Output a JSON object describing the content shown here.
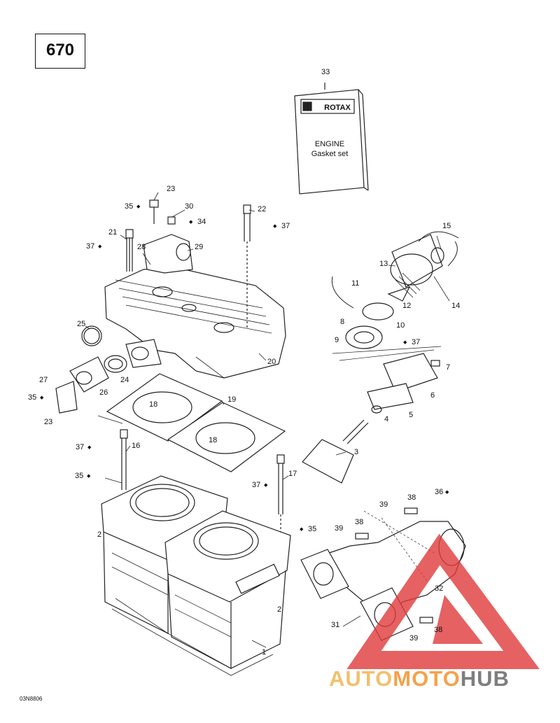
{
  "page": {
    "number": "670",
    "footer_code": "03N8806"
  },
  "document": {
    "brand": "ROTAX",
    "title": "ENGINE",
    "subtitle": "Gasket set"
  },
  "watermark": {
    "text_1": "AUTO",
    "text_2": "MOTO",
    "text_3": "HUB",
    "colors": {
      "auto": "#f2c06e",
      "moto": "#f4a24c",
      "hub": "#7e7e7e",
      "triangle": "#e03a3a"
    }
  },
  "callouts": [
    {
      "id": "c33",
      "text": "33"
    },
    {
      "id": "c23a",
      "text": "23"
    },
    {
      "id": "c35a",
      "text": "35"
    },
    {
      "id": "c30",
      "text": "30"
    },
    {
      "id": "c34",
      "text": "34"
    },
    {
      "id": "c22",
      "text": "22"
    },
    {
      "id": "c37a",
      "text": "37"
    },
    {
      "id": "c21",
      "text": "21"
    },
    {
      "id": "c37b",
      "text": "37"
    },
    {
      "id": "c28",
      "text": "28"
    },
    {
      "id": "c29",
      "text": "29"
    },
    {
      "id": "c15",
      "text": "15"
    },
    {
      "id": "c13",
      "text": "13"
    },
    {
      "id": "c11",
      "text": "11"
    },
    {
      "id": "c12",
      "text": "12"
    },
    {
      "id": "c14",
      "text": "14"
    },
    {
      "id": "c8",
      "text": "8"
    },
    {
      "id": "c10",
      "text": "10"
    },
    {
      "id": "c9",
      "text": "9"
    },
    {
      "id": "c37c",
      "text": "37"
    },
    {
      "id": "c7",
      "text": "7"
    },
    {
      "id": "c25",
      "text": "25"
    },
    {
      "id": "c20",
      "text": "20"
    },
    {
      "id": "c24",
      "text": "24"
    },
    {
      "id": "c27",
      "text": "27"
    },
    {
      "id": "c26",
      "text": "26"
    },
    {
      "id": "c35b",
      "text": "35"
    },
    {
      "id": "c23b",
      "text": "23"
    },
    {
      "id": "c6",
      "text": "6"
    },
    {
      "id": "c19",
      "text": "19"
    },
    {
      "id": "c18a",
      "text": "18"
    },
    {
      "id": "c18b",
      "text": "18"
    },
    {
      "id": "c5",
      "text": "5"
    },
    {
      "id": "c4",
      "text": "4"
    },
    {
      "id": "c37d",
      "text": "37"
    },
    {
      "id": "c16",
      "text": "16"
    },
    {
      "id": "c3",
      "text": "3"
    },
    {
      "id": "c35c",
      "text": "35"
    },
    {
      "id": "c17",
      "text": "17"
    },
    {
      "id": "c37e",
      "text": "37"
    },
    {
      "id": "c36",
      "text": "36"
    },
    {
      "id": "c38a",
      "text": "38"
    },
    {
      "id": "c39a",
      "text": "39"
    },
    {
      "id": "c35d",
      "text": "35"
    },
    {
      "id": "c38b",
      "text": "38"
    },
    {
      "id": "c39b",
      "text": "39"
    },
    {
      "id": "c2a",
      "text": "2"
    },
    {
      "id": "c32",
      "text": "32"
    },
    {
      "id": "c2b",
      "text": "2"
    },
    {
      "id": "c31",
      "text": "31"
    },
    {
      "id": "c39c",
      "text": "39"
    },
    {
      "id": "c38c",
      "text": "38"
    },
    {
      "id": "c1",
      "text": "1"
    }
  ]
}
